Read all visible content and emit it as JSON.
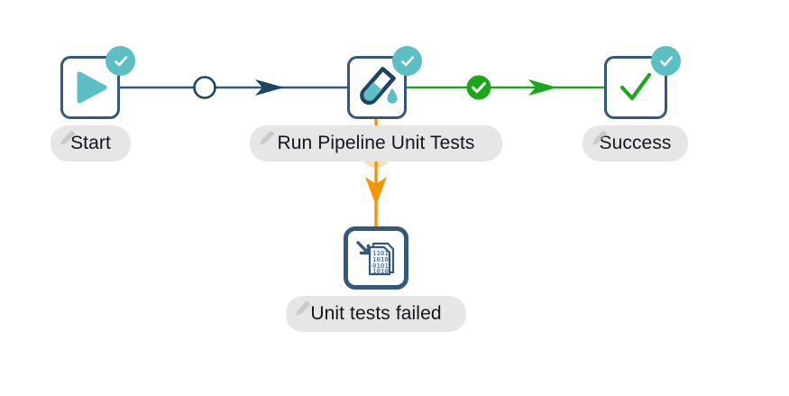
{
  "diagram": {
    "type": "pipeline-workflow",
    "background_color": "#ffffff",
    "colors": {
      "node_border": "#35597c",
      "node_fill": "#ffffff",
      "accent_teal": "#5bbfc4",
      "success_green": "#1aa81a",
      "fail_orange": "#f79400",
      "edge_navy": "#35597c",
      "label_pill": "#e6e6e6",
      "label_text": "#13161c"
    },
    "nodes": [
      {
        "id": "start",
        "label": "Start",
        "icon": "play-icon",
        "status": "succeeded",
        "badge_icon": "check-circle-icon"
      },
      {
        "id": "run-pipeline-unit-tests",
        "label": "Run Pipeline Unit Tests",
        "icon": "test-tube-icon",
        "status": "succeeded",
        "badge_icon": "check-circle-icon"
      },
      {
        "id": "success",
        "label": "Success",
        "icon": "checkmark-icon",
        "status": "succeeded",
        "badge_icon": "check-circle-icon"
      },
      {
        "id": "unit-tests-failed",
        "label": "Unit tests failed",
        "icon": "binary-file-download-icon",
        "status": "none",
        "badge_icon": ""
      }
    ],
    "edges": [
      {
        "id": "start-to-run",
        "from": "start",
        "to": "run-pipeline-unit-tests",
        "color": "#35597c",
        "decoration": "open-circle-icon",
        "arrow": "arrowhead-navy-icon"
      },
      {
        "id": "run-to-success",
        "from": "run-pipeline-unit-tests",
        "to": "success",
        "color": "#1aa81a",
        "decoration": "check-circle-filled-icon",
        "arrow": "arrowhead-green-icon"
      },
      {
        "id": "run-to-failed",
        "from": "run-pipeline-unit-tests",
        "to": "unit-tests-failed",
        "color": "#f79400",
        "decoration": "x-circle-icon",
        "arrow": "arrowhead-orange-icon"
      }
    ]
  }
}
